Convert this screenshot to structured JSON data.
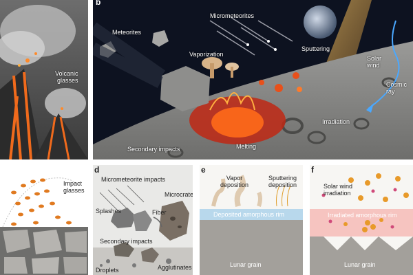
{
  "panels": {
    "a": {
      "labels": {
        "volcanic_glasses": "Volcanic\nglasses"
      }
    },
    "b": {
      "letter": "b",
      "labels": {
        "meteorites": "Meteorites",
        "micrometeorites": "Micrometeorites",
        "vaporization": "Vaporization",
        "sputtering": "Sputtering",
        "solar_wind": "Solar\nwind",
        "cosmic_ray": "Cosmic\nray",
        "secondary_impacts": "Secondary impacts",
        "melting": "Melting",
        "irradiation": "Irradiation"
      }
    },
    "c": {
      "labels": {
        "impact_glasses": "Impact\nglasses"
      }
    },
    "d": {
      "letter": "d",
      "labels": {
        "micrometeorite_impacts": "Micrometeorite impacts",
        "microcraters": "Microcraters",
        "splashes": "Splashes",
        "fiber": "Fiber",
        "secondary_impacts": "Secondary impacts",
        "droplets": "Droplets",
        "agglutinates": "Agglutinates"
      }
    },
    "e": {
      "letter": "e",
      "labels": {
        "vapor_deposition": "Vapor\ndeposition",
        "sputtering_deposition": "Sputtering\ndeposition",
        "rim": "Deposited amorphous rim",
        "grain": "Lunar grain"
      }
    },
    "f": {
      "letter": "f",
      "labels": {
        "solar_wind_irradiation": "Solar wind\nirradiation",
        "rim": "Irradiated amorphous rim",
        "grain": "Lunar grain"
      }
    }
  },
  "colors": {
    "space": "#0d1220",
    "lava": "#e8501a",
    "moon_surface": "#8c8c8a",
    "rim_blue": "#b8d8ec",
    "rim_pink": "#f6c4c0",
    "grain_gray": "#a3a09b"
  }
}
